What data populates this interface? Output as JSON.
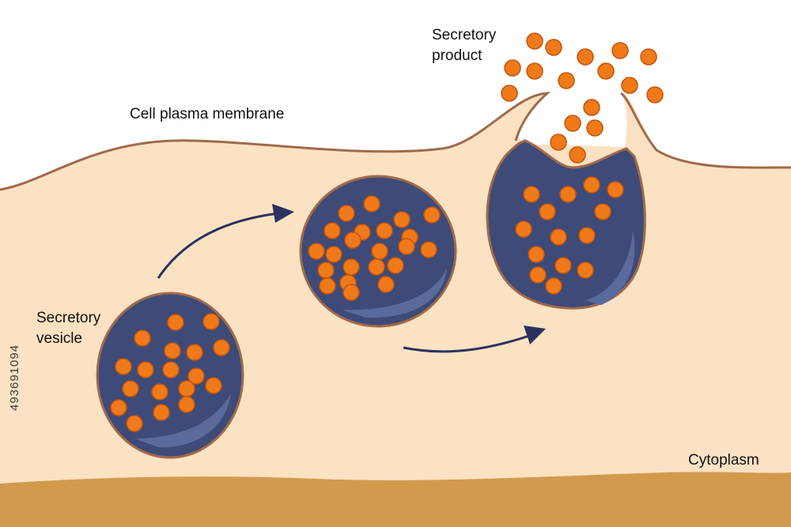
{
  "labels": {
    "membrane": "Cell plasma membrane",
    "product": "Secretory\nproduct",
    "vesicle": "Secretory\nvesicle",
    "cytoplasm": "Cytoplasm"
  },
  "stock_id": "493691094",
  "colors": {
    "background": "#ffffff",
    "cytoplasm": "#fbe2c2",
    "membrane_line": "#a06a4c",
    "floor": "#d39a4e",
    "vesicle_fill": "#3e4a78",
    "vesicle_highlight": "#5a6a9a",
    "granule": "#f07a1a",
    "granule_rim": "#c2560c",
    "arrow": "#2a3260"
  },
  "icons": [
    "arrow-icon",
    "granule-icon"
  ]
}
